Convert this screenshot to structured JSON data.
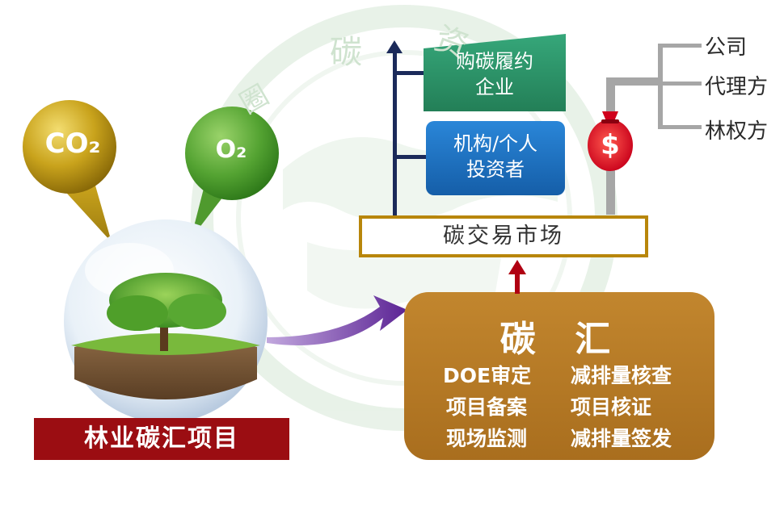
{
  "watermark": [
    "碳",
    "资",
    "圈"
  ],
  "co2_label": "CO₂",
  "o2_label": "O₂",
  "project_label": "林业碳汇项目",
  "market_label": "碳交易市场",
  "buyers": [
    {
      "lines": [
        "购碳履约",
        "企业"
      ]
    },
    {
      "lines": [
        "机构/个人",
        "投资者"
      ]
    }
  ],
  "money_icon": "$",
  "sellers": [
    "公司",
    "代理方",
    "林权方"
  ],
  "carbon_sink": {
    "title": "碳  汇",
    "items": [
      [
        "DOE审定",
        "减排量核查"
      ],
      [
        "项目备案",
        "项目核证"
      ],
      [
        "现场监测",
        "减排量签发"
      ]
    ]
  },
  "colors": {
    "co2_circle": "#c7a21a",
    "o2_circle": "#5aa33b",
    "project_banner": "#9b0d12",
    "market_border": "#b8860b",
    "buyer_green": "#2e9a6c",
    "buyer_blue": "#1c6fc1",
    "carbon_sink_box": "#b87a26",
    "navy_arrow": "#1b2a5a",
    "red_arrow": "#b00012",
    "purple_arrow": "#6a2d9c",
    "connector_grey": "#a6a6a6"
  }
}
